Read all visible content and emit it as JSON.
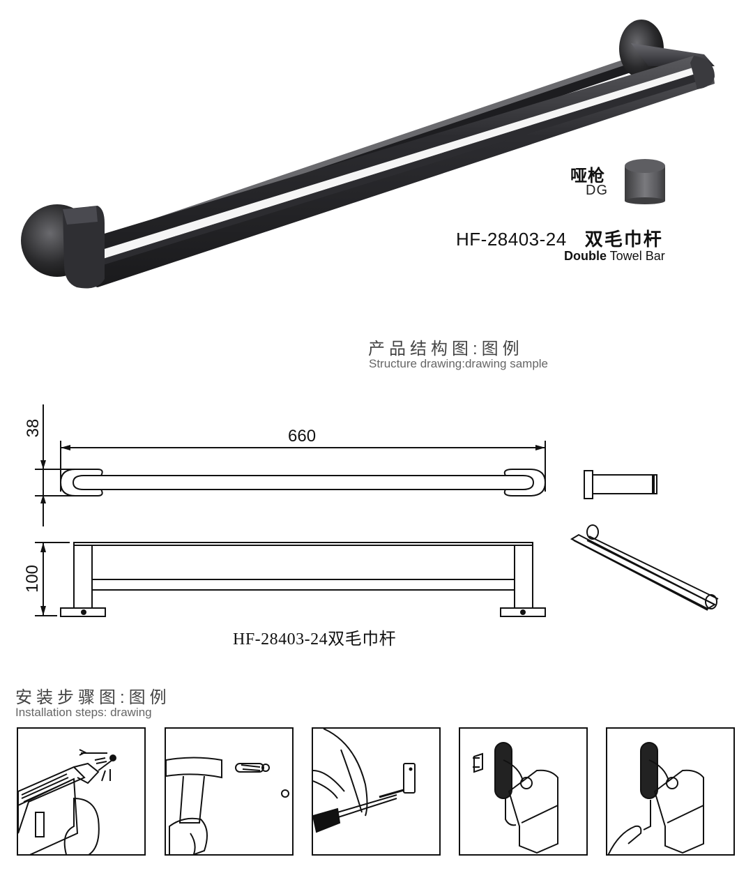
{
  "product": {
    "finish": {
      "label_cn": "哑枪",
      "code": "DG",
      "swatch_color": "#4a4848"
    },
    "model": "HF-28403-24",
    "name_cn": "双毛巾杆",
    "name_en_bold": "Double",
    "name_en_rest": " Towel Bar",
    "body_color": "#2b2b2d"
  },
  "structure": {
    "heading_cn": "产品结构图:图例",
    "heading_en": "Structure drawing:drawing sample",
    "dimensions": {
      "depth": "38",
      "length": "660",
      "height": "100"
    },
    "caption": "HF-28403-24双毛巾杆"
  },
  "installation": {
    "heading_cn": "安装步骤图:图例",
    "heading_en": "Installation steps: drawing",
    "steps": [
      {
        "index": 1,
        "icon": "drill-icon"
      },
      {
        "index": 2,
        "icon": "hammer-anchor-icon"
      },
      {
        "index": 3,
        "icon": "screwdriver-icon"
      },
      {
        "index": 4,
        "icon": "mount-bracket-icon"
      },
      {
        "index": 5,
        "icon": "hex-key-icon"
      }
    ]
  }
}
